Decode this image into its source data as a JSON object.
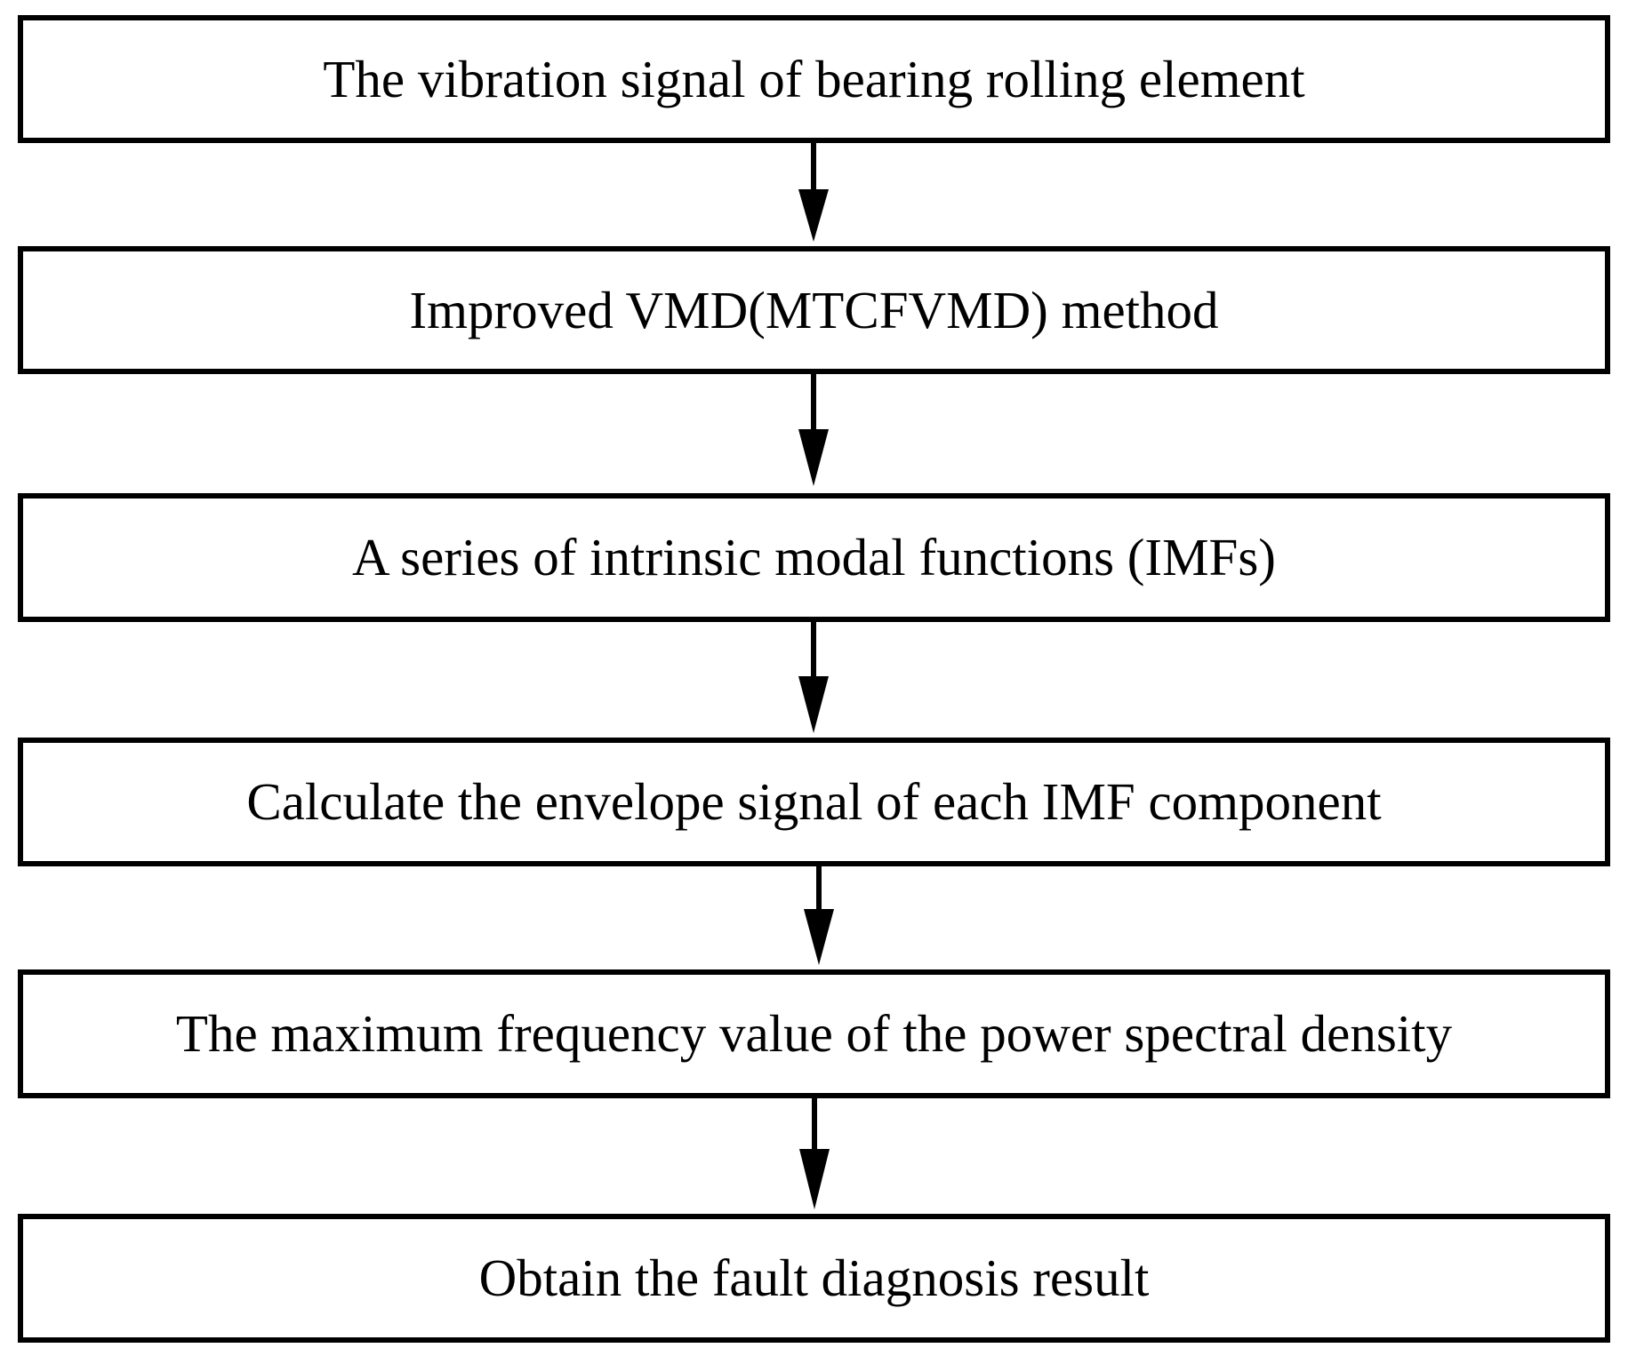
{
  "flowchart": {
    "steps": [
      {
        "label": "The vibration signal of bearing rolling element"
      },
      {
        "label": "Improved VMD(MTCFVMD) method"
      },
      {
        "label": "A series of intrinsic modal functions (IMFs)"
      },
      {
        "label": "Calculate the envelope signal of each IMF component"
      },
      {
        "label": "The maximum frequency value of the power spectral density"
      },
      {
        "label": "Obtain the fault diagnosis result"
      }
    ]
  },
  "colors": {
    "stroke": "#000000",
    "background": "#ffffff"
  }
}
